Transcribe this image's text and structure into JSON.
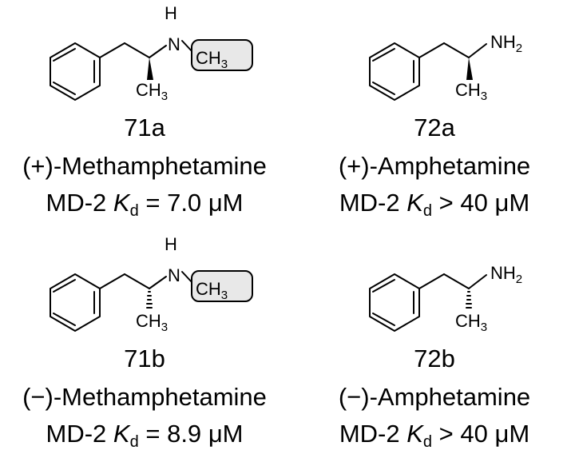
{
  "colors": {
    "ink": "#000000",
    "highlight_fill": "#e8e8e8",
    "background": "#ffffff"
  },
  "compounds": [
    {
      "id": "71a",
      "name": "(+)-Methamphetamine",
      "kd": {
        "prefix": "MD-2",
        "symbol": "K",
        "subscript": "d",
        "relation": "=",
        "value": "7.0",
        "unit": "μM"
      },
      "atoms": {
        "h": "H",
        "n": "N",
        "ch3_n": "CH",
        "ch3_n_sub": "3",
        "ch3_c": "CH",
        "ch3_c_sub": "3"
      },
      "stereo": "wedge",
      "highlight_n_methyl": true
    },
    {
      "id": "72a",
      "name": "(+)-Amphetamine",
      "kd": {
        "prefix": "MD-2",
        "symbol": "K",
        "subscript": "d",
        "relation": ">",
        "value": "40",
        "unit": "μM"
      },
      "atoms": {
        "nh": "NH",
        "nh_sub": "2",
        "ch3_c": "CH",
        "ch3_c_sub": "3"
      },
      "stereo": "wedge",
      "highlight_n_methyl": false
    },
    {
      "id": "71b",
      "name": "(−)-Methamphetamine",
      "kd": {
        "prefix": "MD-2",
        "symbol": "K",
        "subscript": "d",
        "relation": "=",
        "value": "8.9",
        "unit": "μM"
      },
      "atoms": {
        "h": "H",
        "n": "N",
        "ch3_n": "CH",
        "ch3_n_sub": "3",
        "ch3_c": "CH",
        "ch3_c_sub": "3"
      },
      "stereo": "hash",
      "highlight_n_methyl": true
    },
    {
      "id": "72b",
      "name": "(−)-Amphetamine",
      "kd": {
        "prefix": "MD-2",
        "symbol": "K",
        "subscript": "d",
        "relation": ">",
        "value": "40",
        "unit": "μM"
      },
      "atoms": {
        "nh": "NH",
        "nh_sub": "2",
        "ch3_c": "CH",
        "ch3_c_sub": "3"
      },
      "stereo": "hash",
      "highlight_n_methyl": false
    }
  ]
}
